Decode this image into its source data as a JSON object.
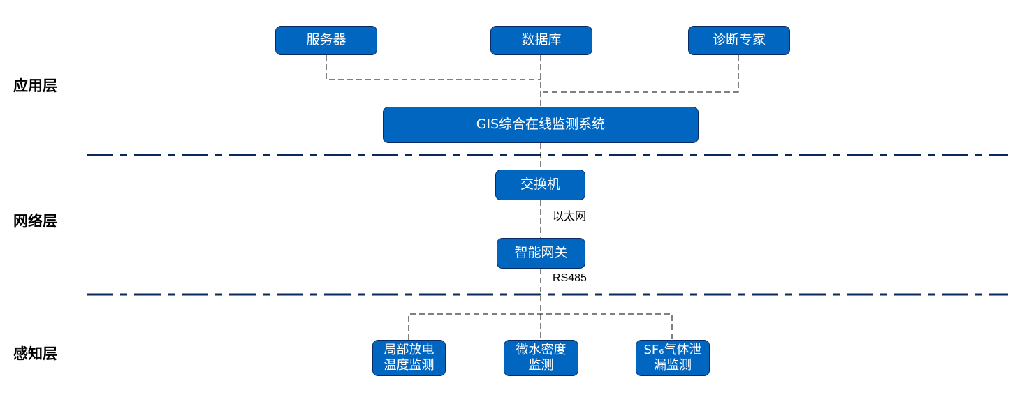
{
  "layers": {
    "application": "应用层",
    "network": "网络层",
    "perception": "感知层"
  },
  "nodes": {
    "server": "服务器",
    "database": "数据库",
    "diagnosis_expert": "诊断专家",
    "gis_system": "GIS综合在线监测系统",
    "switch": "交换机",
    "gateway": "智能网关",
    "partial_discharge": "局部放电\n温度监测",
    "micro_water": "微水密度\n监测",
    "sf6_leak": "SF₆气体泄\n漏监测"
  },
  "connections": {
    "ethernet": "以太网",
    "rs485": "RS485"
  },
  "colors": {
    "node_fill": "#0066c0",
    "node_border": "#0a2a66",
    "divider": "#0a2a5e",
    "connector": "#000000"
  }
}
